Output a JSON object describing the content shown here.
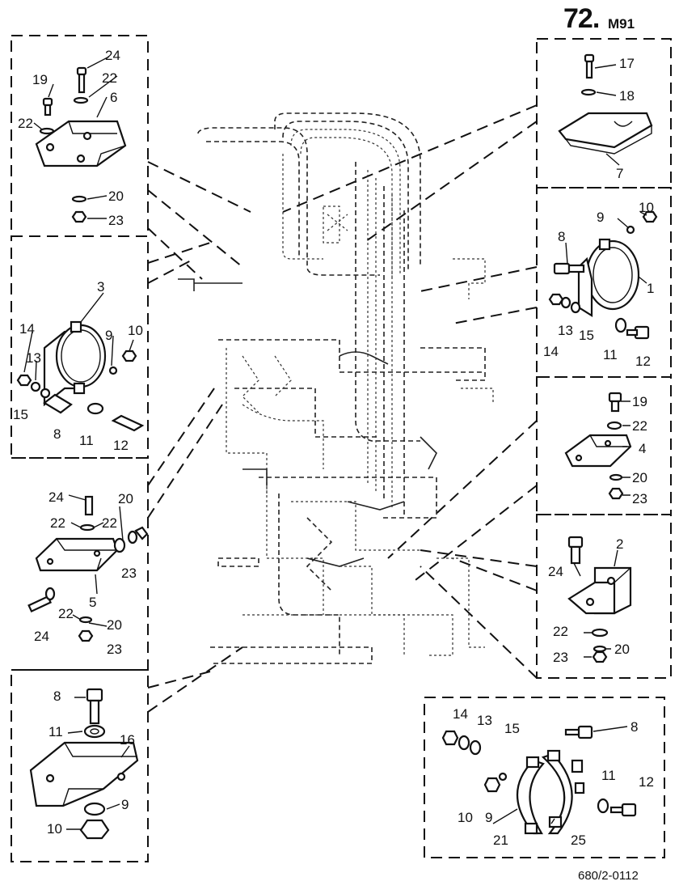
{
  "header": {
    "page_number": "72.",
    "page_suffix": "M91"
  },
  "footer": {
    "drawing_code": "680/2-0112"
  },
  "callouts": {
    "c24a": "24",
    "c22a": "22",
    "c19a": "19",
    "c6": "6",
    "c22b": "22",
    "c20a": "20",
    "c23a": "23",
    "c3": "3",
    "c14a": "14",
    "c10a": "10",
    "c9a": "9",
    "c13a": "13",
    "c15a": "15",
    "c8a": "8",
    "c11a": "11",
    "c12a": "12",
    "c24b": "24",
    "c20b": "20",
    "c22c": "22",
    "c22d": "22",
    "c23b": "23",
    "c5": "5",
    "c22e": "22",
    "c24c": "24",
    "c20c": "20",
    "c23c": "23",
    "c8b": "8",
    "c11b": "11",
    "c16": "16",
    "c9b": "9",
    "c10b": "10",
    "c17": "17",
    "c18": "18",
    "c7": "7",
    "c10c": "10",
    "c9c": "9",
    "c8c": "8",
    "c1": "1",
    "c14b": "14",
    "c13b": "13",
    "c15b": "15",
    "c11c": "11",
    "c12b": "12",
    "c19b": "19",
    "c22f": "22",
    "c4": "4",
    "c20d": "20",
    "c23d": "23",
    "c2": "2",
    "c24d": "24",
    "c22g": "22",
    "c20e": "20",
    "c23e": "23",
    "c14c": "14",
    "c13c": "13",
    "c15c": "15",
    "c8d": "8",
    "c10d": "10",
    "c9d": "9",
    "c11d": "11",
    "c12c": "12",
    "c21": "21",
    "c25": "25"
  }
}
